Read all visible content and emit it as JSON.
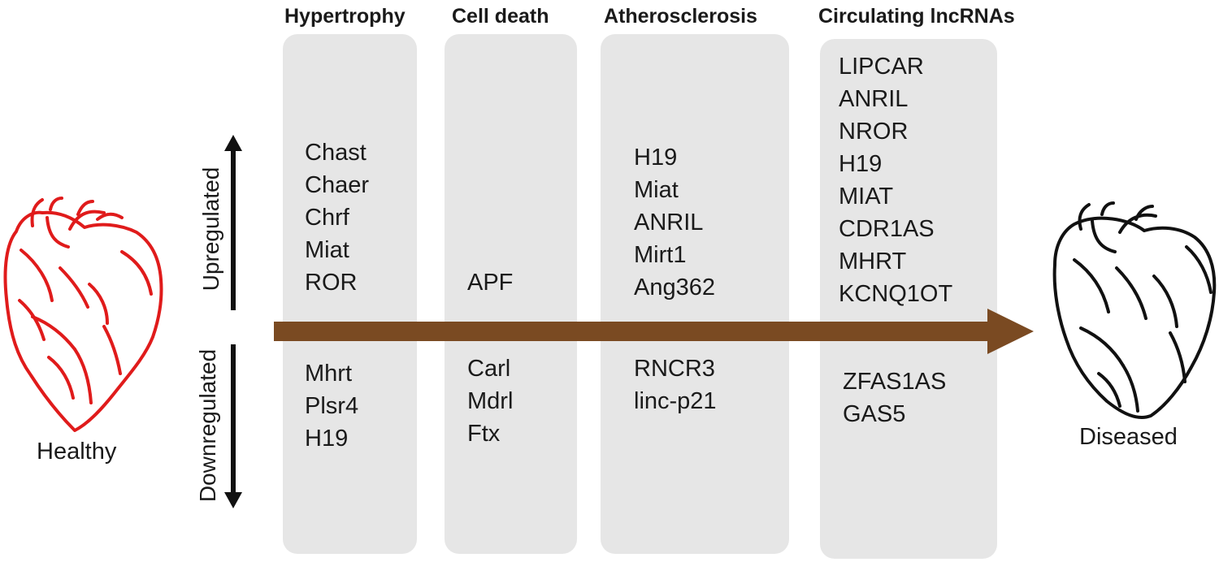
{
  "columns": [
    {
      "title": "Hypertrophy",
      "up": [
        "Chast",
        "Chaer",
        "Chrf",
        "Miat",
        "ROR"
      ],
      "down": [
        "Mhrt",
        "Plsr4",
        "H19"
      ]
    },
    {
      "title": "Cell death",
      "up": [
        "APF"
      ],
      "down": [
        "Carl",
        "Mdrl",
        "Ftx"
      ]
    },
    {
      "title": "Atherosclerosis",
      "up": [
        "H19",
        "Miat",
        "ANRIL",
        "Mirt1",
        "Ang362"
      ],
      "down": [
        "RNCR3",
        "linc-p21"
      ]
    },
    {
      "title": "Circulating lncRNAs",
      "up": [
        "LIPCAR",
        "ANRIL",
        "NROR",
        "H19",
        "MIAT",
        "CDR1AS",
        "MHRT",
        "KCNQ1OT"
      ],
      "down": [
        "ZFAS1AS",
        "GAS5"
      ]
    }
  ],
  "axis": {
    "up_label": "Upregulated",
    "down_label": "Downregulated"
  },
  "hearts": {
    "healthy_label": "Healthy",
    "diseased_label": "Diseased",
    "healthy_color": "#e01b1b",
    "diseased_color": "#111111"
  },
  "colors": {
    "panel": "#e6e6e6",
    "progression_arrow": "#7a4a22"
  }
}
